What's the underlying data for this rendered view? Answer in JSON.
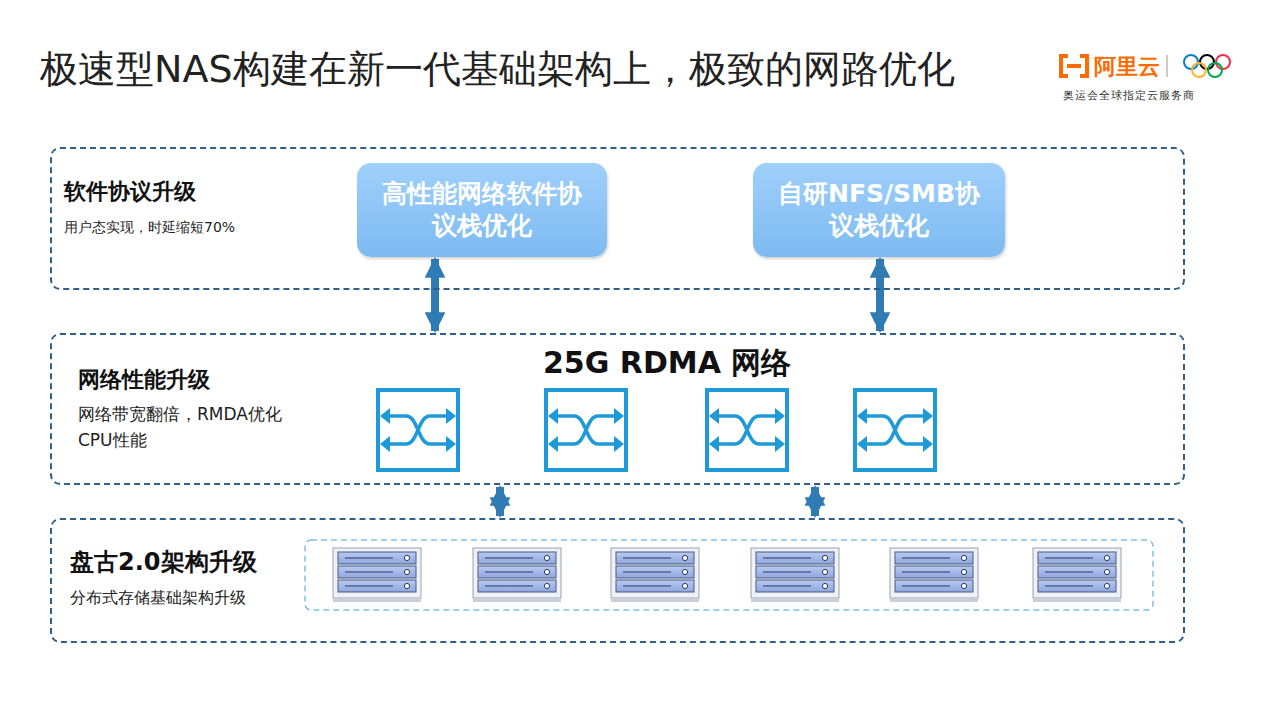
{
  "diagram": {
    "title": "极速型NAS构建在新一代基础架构上，极致的网路优化",
    "nodes": [
      {
        "text": [
          "软件协议升级",
          "用户态实现，时延缩短70%"
        ]
      },
      {
        "text": [
          "高性能网络软件协议栈优化"
        ],
        "in": 0
      },
      {
        "text": [
          "自研NFS/SMB协议栈优化"
        ],
        "in": 0
      },
      {
        "text": [
          "网络性能升级",
          "网络带宽翻倍，RMDA优化CPU性能",
          "25G RDMA 网络"
        ]
      },
      {
        "text": [
          "盘古2.0架构升级",
          "分布式存储基础架构升级"
        ]
      }
    ],
    "edges": [
      {
        "from": 1,
        "to": 3,
        "arrow": "both"
      },
      {
        "from": 2,
        "to": 3,
        "arrow": "both"
      },
      {
        "from": 3,
        "to": 4,
        "arrow": "both"
      },
      {
        "from": 3,
        "to": 4,
        "arrow": "both"
      }
    ],
    "labels": [
      "阿里云",
      "奥运会全球指定云服务商"
    ]
  }
}
